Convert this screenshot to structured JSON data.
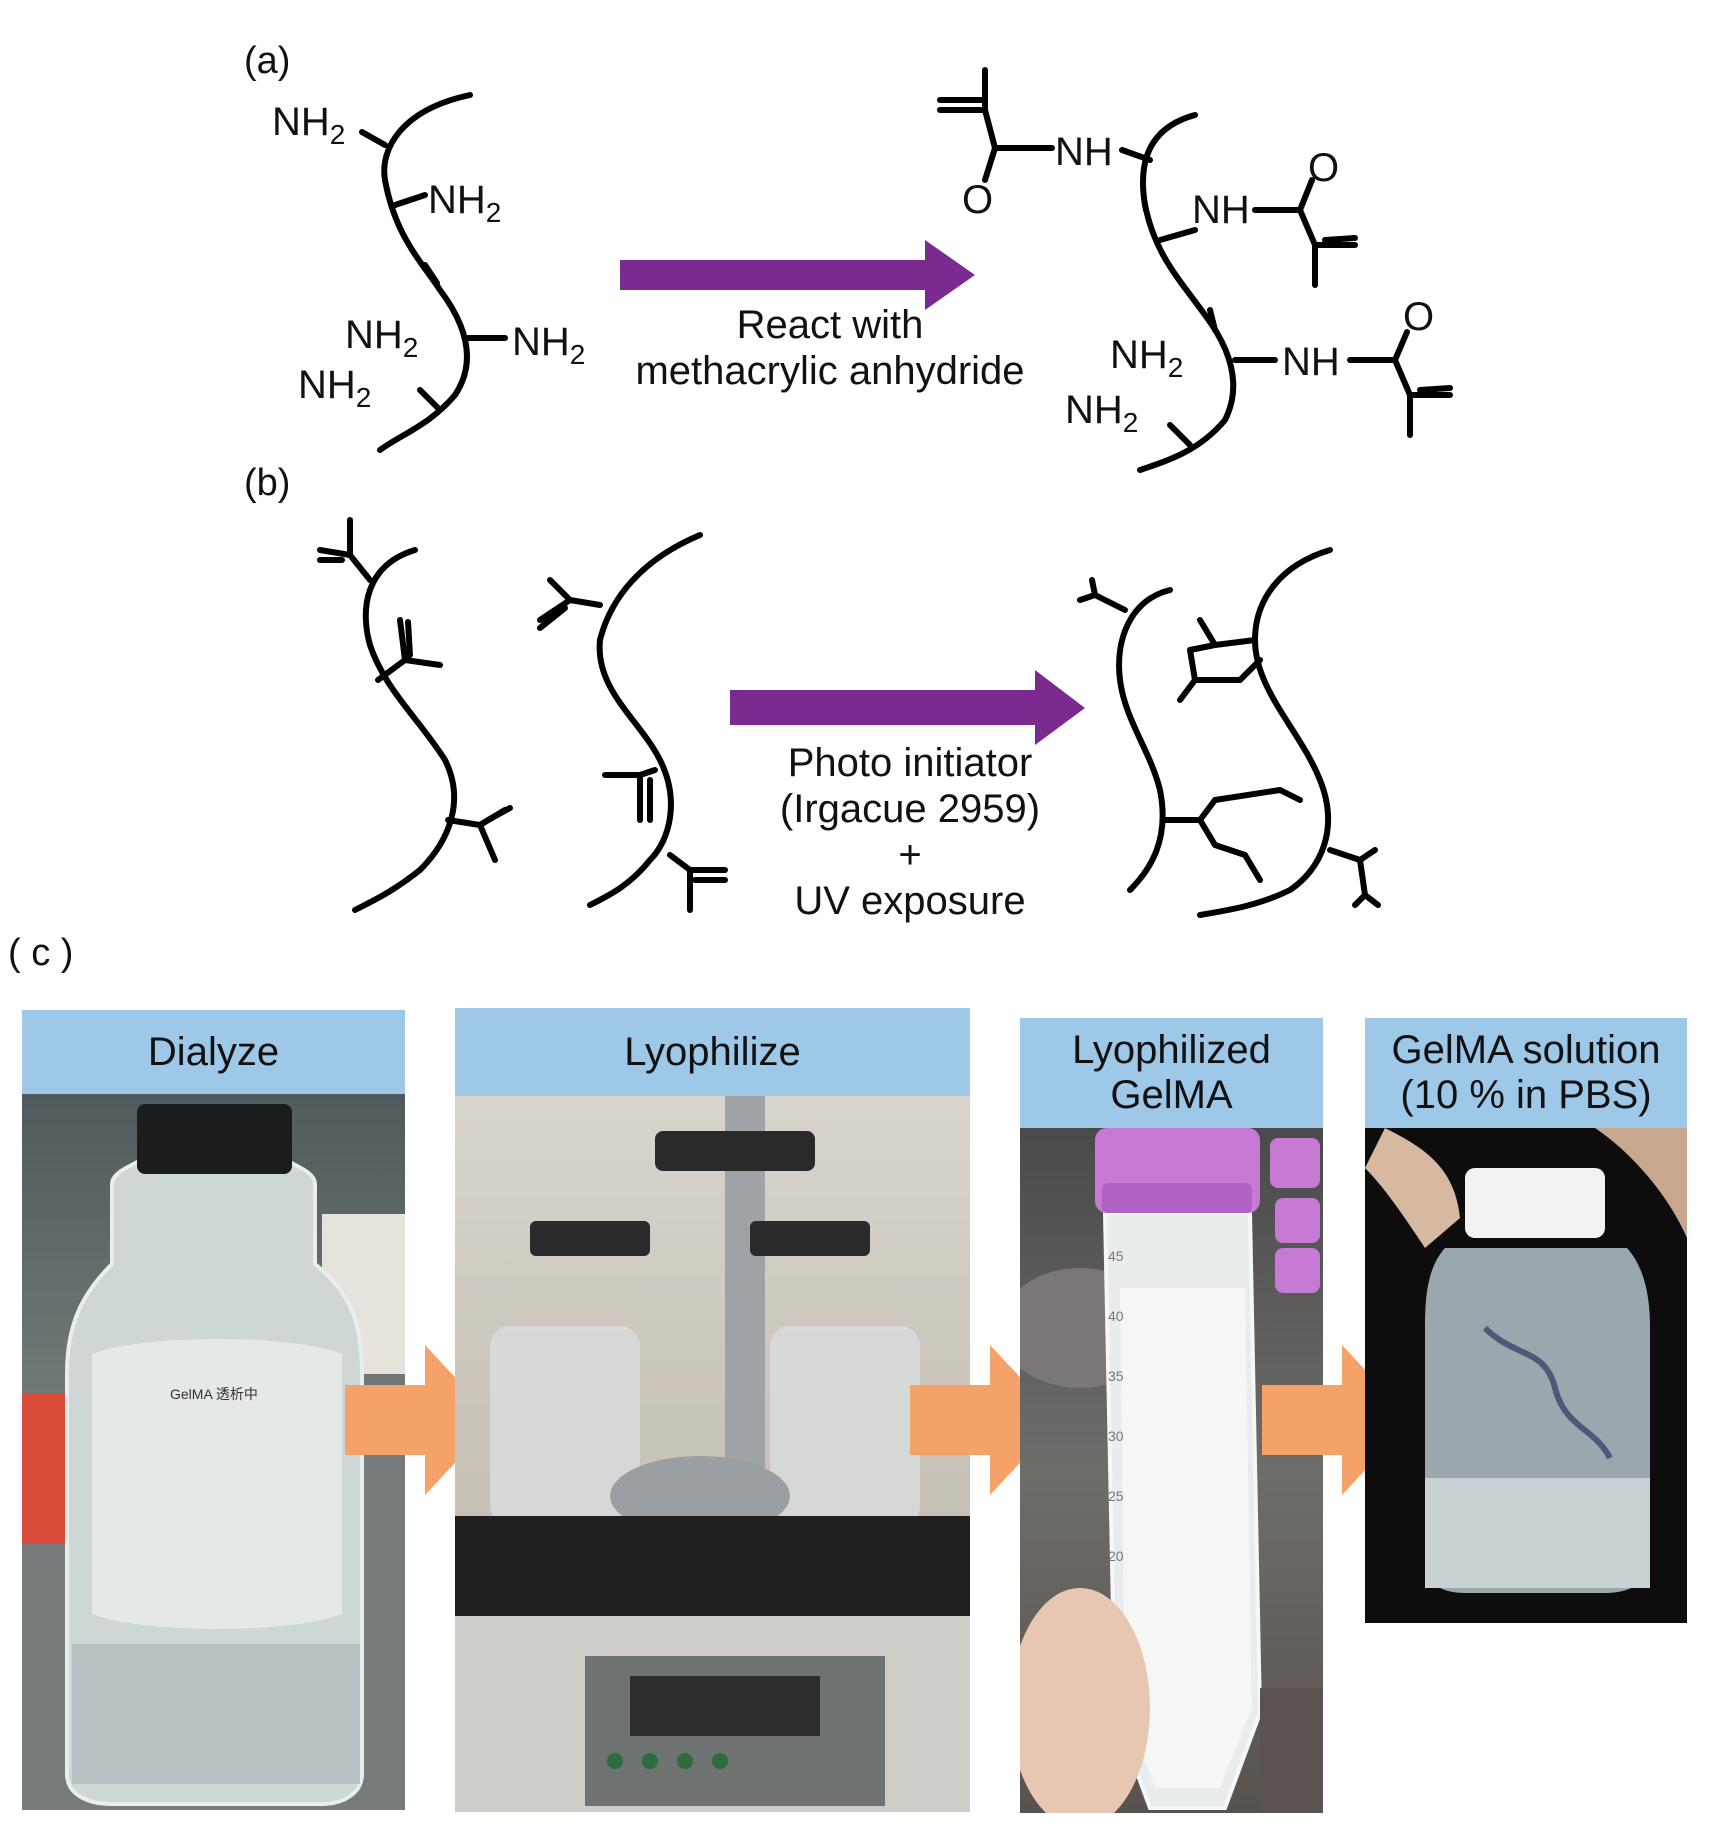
{
  "panel_labels": {
    "a": "(a)",
    "b": "(b)",
    "c": "( c )"
  },
  "panel_a": {
    "left_groups": [
      "NH2",
      "NH2",
      "NH2",
      "NH2",
      "NH2"
    ],
    "arrow_caption_line1": "React with",
    "arrow_caption_line2": "methacrylic  anhydride",
    "right_groups": [
      "NH",
      "NH",
      "NH",
      "NH2",
      "NH2"
    ],
    "carbonyl_o": [
      "O",
      "O",
      "O"
    ],
    "arrow_color": "#7b2b8f"
  },
  "panel_b": {
    "caption_line1": "Photo initiator",
    "caption_line2": "(Irgacue  2959)",
    "caption_line3": "+",
    "caption_line4": "UV exposure",
    "arrow_color": "#7b2b8f"
  },
  "panel_c": {
    "steps": [
      {
        "label": "Dialyze",
        "photo": "glass bottle with dialysis bags",
        "bottle_text": "GelMA 透析中"
      },
      {
        "label": "Lyophilize",
        "photo": "freeze dryer with flasks"
      },
      {
        "label": "Lyophilized\nGelMA",
        "photo": "tube with white lyophilized GelMA"
      },
      {
        "label": "GelMA solution\n(10 % in PBS)",
        "photo": "small bottle of GelMA solution"
      }
    ],
    "header_color": "#9ec8e8",
    "arrow_color": "#f5a26a",
    "tube_marks": [
      "45",
      "40",
      "35",
      "30",
      "25",
      "20"
    ]
  }
}
